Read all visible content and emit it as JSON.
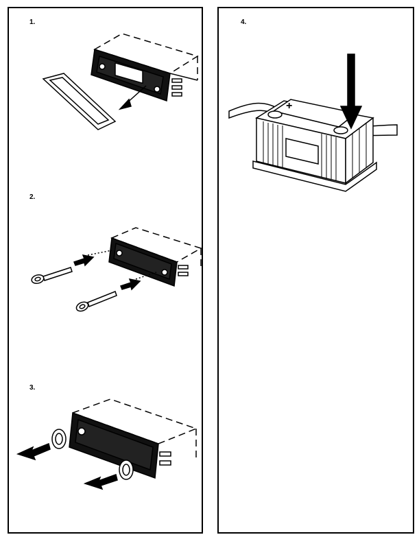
{
  "steps": [
    {
      "number": "1."
    },
    {
      "number": "2."
    },
    {
      "number": "3."
    },
    {
      "number": "4."
    }
  ],
  "battery": {
    "plus_symbol": "+"
  }
}
